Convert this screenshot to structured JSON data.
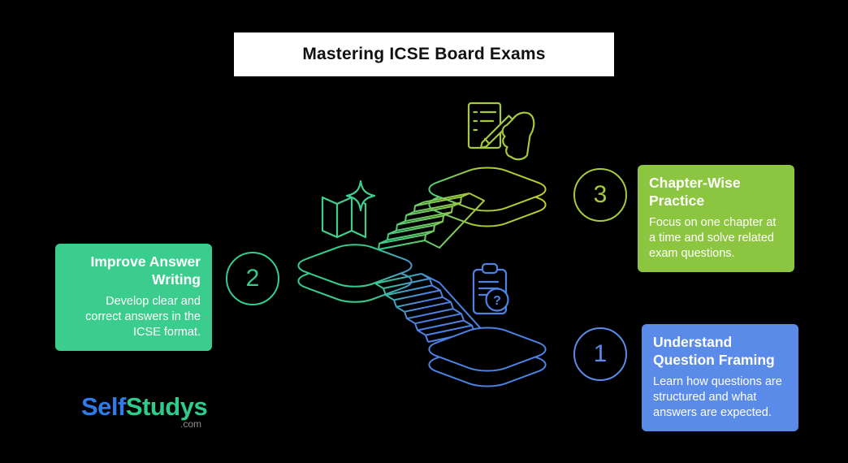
{
  "background_color": "#000000",
  "title": "Mastering ICSE Board Exams",
  "steps": [
    {
      "number": "1",
      "title": "Understand Question Framing",
      "description": "Learn how questions are structured and what answers are expected.",
      "accent_color": "#5b8be8"
    },
    {
      "number": "2",
      "title": "Improve Answer Writing",
      "description": "Develop clear and correct answers in the ICSE format.",
      "accent_color": "#3bcd8d"
    },
    {
      "number": "3",
      "title": "Chapter-Wise Practice",
      "description": "Focus on one chapter at a time and solve related exam questions.",
      "accent_color": "#8cc540"
    }
  ],
  "logo": {
    "text_primary": "Self",
    "text_secondary": "Studys",
    "text_suffix": ".com",
    "primary_color": "#2f7be8",
    "secondary_color": "#2ecc8b"
  },
  "illustration": {
    "type": "isometric-staircase",
    "platform_colors": [
      "#4d82e3",
      "#36cc8d",
      "#a6ca3a"
    ],
    "icons": [
      {
        "name": "clipboard-question-icon",
        "color": "#4d82e3"
      },
      {
        "name": "map-sparkle-icon",
        "color": "#3ecf8e"
      },
      {
        "name": "document-pen-icon",
        "color": "#a6ca3a"
      }
    ],
    "question_mark": "?"
  }
}
